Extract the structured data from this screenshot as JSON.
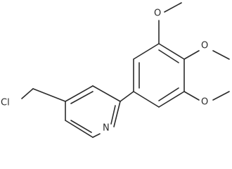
{
  "molecule": {
    "labels": {
      "chlorine": "Cl",
      "nitrogen": "N",
      "methoxy_oxygen_top": "O",
      "methoxy_oxygen_middle": "O",
      "methoxy_oxygen_bottom": "O"
    },
    "colors": {
      "bond": "#2b2b2b",
      "text": "#2b2b2b",
      "background": "#ffffff"
    }
  }
}
